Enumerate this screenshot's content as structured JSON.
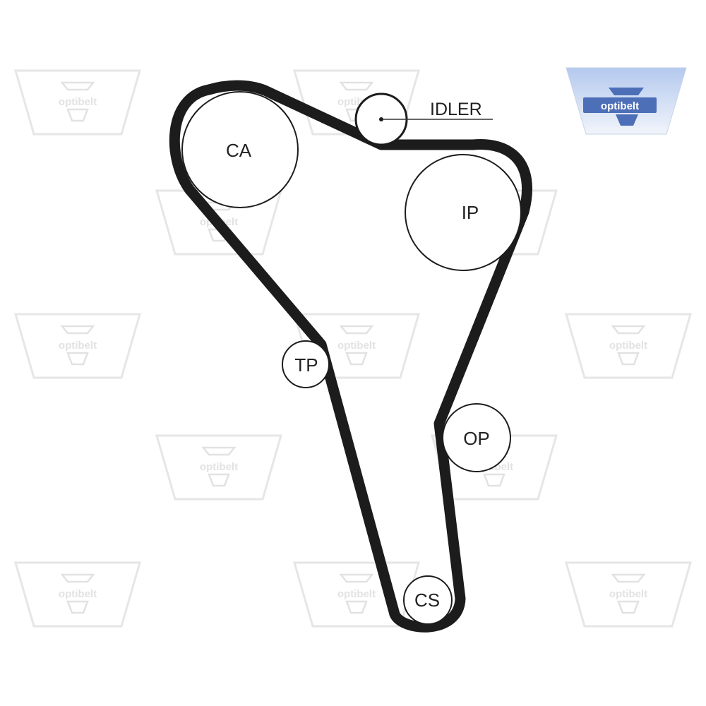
{
  "brand": {
    "name": "optibelt",
    "logo_colors": {
      "badge_top": "#b4c9ee",
      "badge_bottom": "#f1f4fb",
      "badge_mark": "#4d6fb8",
      "watermark": "#e4e4e4"
    }
  },
  "diagram": {
    "belt_color": "#1c1c1c",
    "pulleys": [
      {
        "id": "ca",
        "label": "CA"
      },
      {
        "id": "ip",
        "label": "IP"
      },
      {
        "id": "tp",
        "label": "TP"
      },
      {
        "id": "op",
        "label": "OP"
      },
      {
        "id": "cs",
        "label": "CS"
      },
      {
        "id": "idler",
        "label": ""
      }
    ],
    "callout": {
      "label": "IDLER"
    }
  }
}
